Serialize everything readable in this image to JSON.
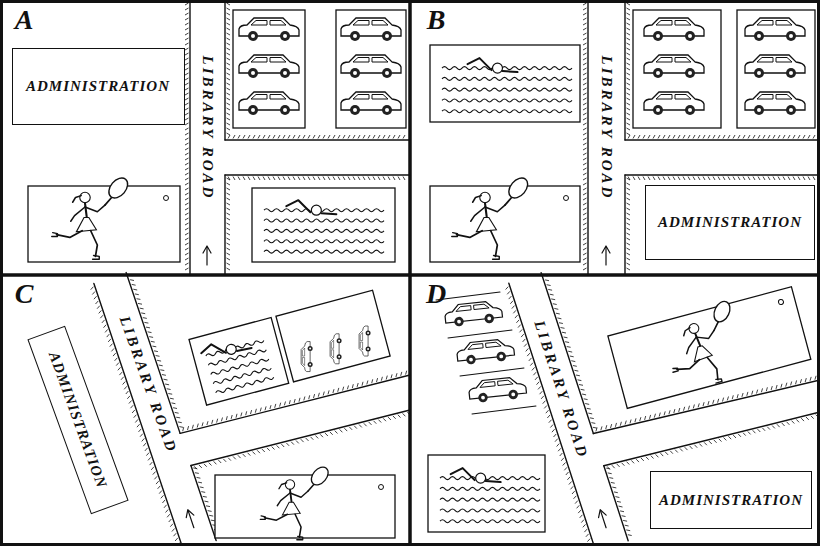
{
  "diagram": {
    "nodes": [
      {
        "text": [
          "ADMINISTRATION"
        ]
      },
      {
        "text": [
          "ADMINISTRATION"
        ]
      },
      {
        "text": [
          "ADMINISTRATION"
        ]
      },
      {
        "text": [
          "ADMINISTRATION"
        ]
      }
    ],
    "labels": [
      "A",
      "LIBRARY ROAD",
      "B",
      "LIBRARY ROAD",
      "C",
      "LIBRARY ROAD",
      "D",
      "LIBRARY ROAD"
    ]
  }
}
